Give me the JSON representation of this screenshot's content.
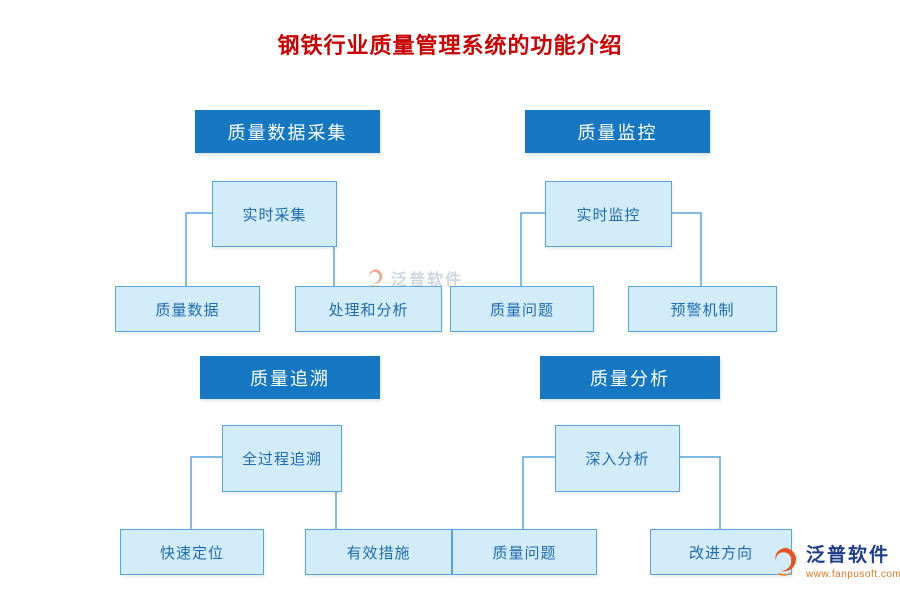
{
  "title": "钢铁行业质量管理系统的功能介绍",
  "sections": [
    {
      "header": "质量数据采集",
      "mid": "实时采集",
      "child_left": "质量数据",
      "child_right": "处理和分析"
    },
    {
      "header": "质量监控",
      "mid": "实时监控",
      "child_left": "质量问题",
      "child_right": "预警机制"
    },
    {
      "header": "质量追溯",
      "mid": "全过程追溯",
      "child_left": "快速定位",
      "child_right": "有效措施"
    },
    {
      "header": "质量分析",
      "mid": "深入分析",
      "child_left": "质量问题",
      "child_right": "改进方向"
    }
  ],
  "watermark_center": {
    "text": "泛普软件"
  },
  "brand": {
    "name": "泛普软件",
    "url": "www.fanpusoft.com"
  },
  "colors": {
    "title": "#cc0000",
    "header_bg": "#1678c2",
    "child_bg": "#d3ecf9",
    "child_border": "#58a6db",
    "child_text": "#1e6cb0",
    "line": "#58a6db",
    "brand_blue": "#1c3e8c",
    "brand_orange": "#e87722",
    "watermark_gray": "#9fb3c2"
  }
}
